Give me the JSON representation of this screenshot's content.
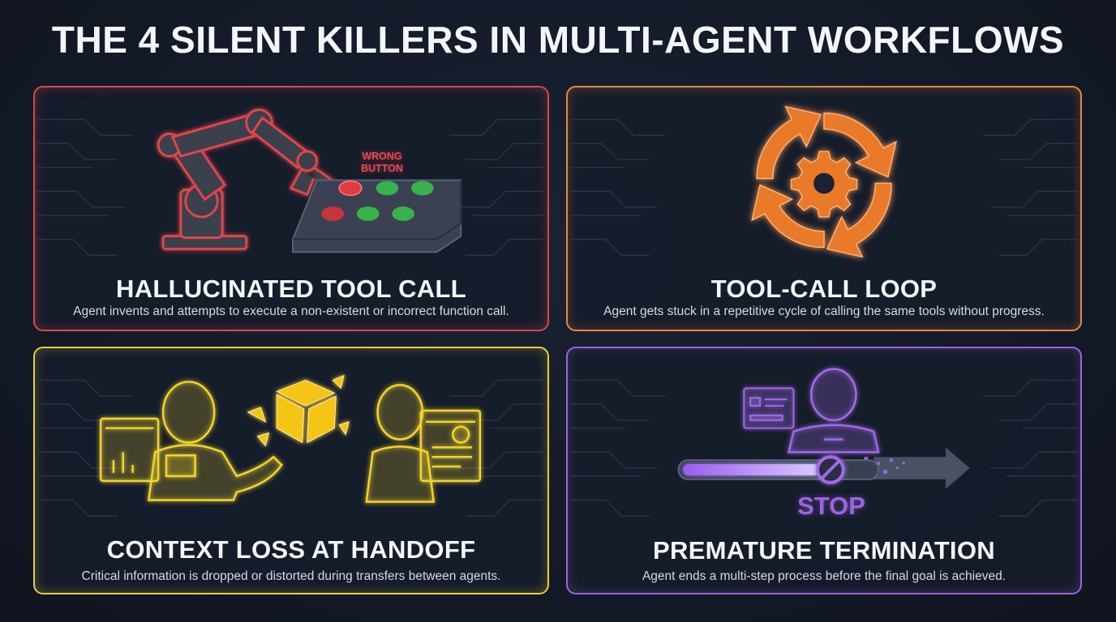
{
  "title": "THE 4 SILENT KILLERS IN MULTI-AGENT WORKFLOWS",
  "colors": {
    "red": "#d9484d",
    "orange": "#e8893a",
    "yellow": "#e6cf3c",
    "purple": "#9b64e0",
    "background": "#141a28"
  },
  "panels": [
    {
      "heading": "HALLUCINATED TOOL CALL",
      "description": "Agent invents and attempts to execute a non-existent or incorrect function call.",
      "art_label": "WRONG BUTTON",
      "icon": "robot-arm-icon"
    },
    {
      "heading": "TOOL-CALL LOOP",
      "description": "Agent gets stuck in a repetitive cycle of calling the same tools without progress.",
      "icon": "loop-gear-icon"
    },
    {
      "heading": "CONTEXT LOSS AT HANDOFF",
      "description": "Critical information is dropped or distorted during transfers between agents.",
      "icon": "agent-handoff-icon"
    },
    {
      "heading": "PREMATURE TERMINATION",
      "description": "Agent ends a multi-step process before the final goal is achieved.",
      "art_label": "STOP",
      "icon": "progress-stop-icon"
    }
  ]
}
